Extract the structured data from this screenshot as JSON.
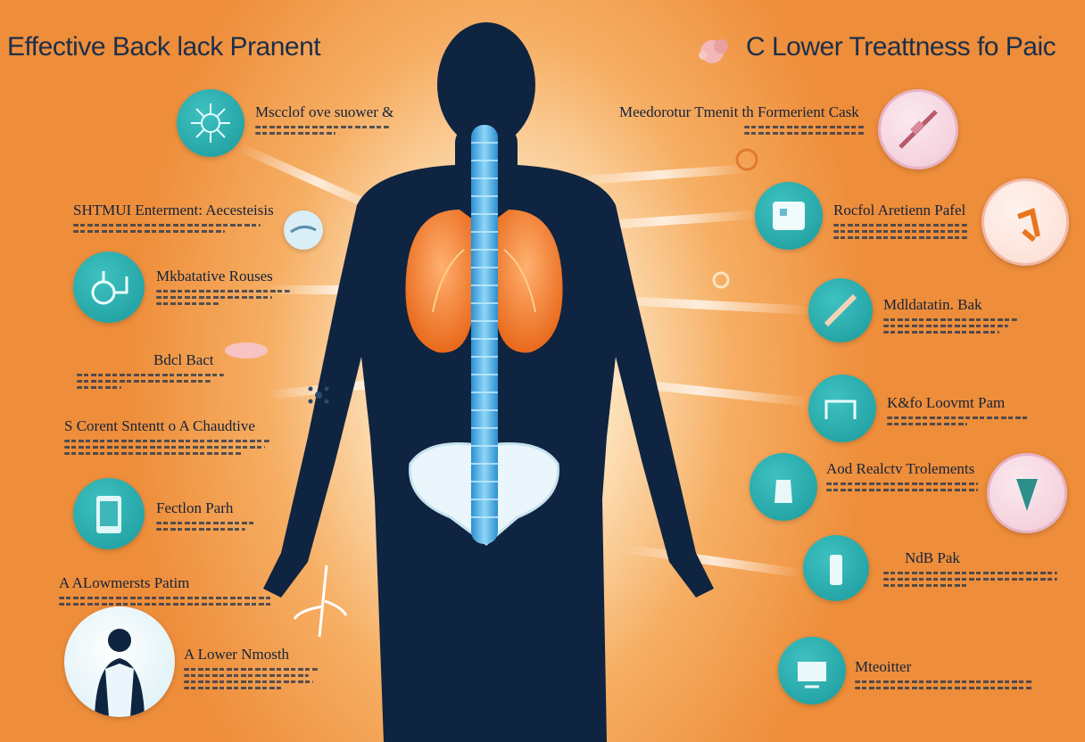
{
  "titles": {
    "left": "Effective Back lack Pranent",
    "right": "C Lower Treattness fo Paic"
  },
  "left_items": [
    {
      "heading": "Mscclof ove suower &"
    },
    {
      "heading": "SHTMUI Enterment: Aecesteisis"
    },
    {
      "heading": "Mkbatative Rouses"
    },
    {
      "heading": "Bdcl Bact"
    },
    {
      "heading": "S Corent Sntentt o A Chaudtive"
    },
    {
      "heading": "Fectlon Parh"
    },
    {
      "heading": "A ALowmersts Patim"
    },
    {
      "heading": "A Lower Nmosth"
    }
  ],
  "right_items": [
    {
      "heading": "Meedorotur Tmenit th Formerient Cask"
    },
    {
      "heading": "Rocfol Aretienn Pafel"
    },
    {
      "heading": "Mdldatatin. Bak"
    },
    {
      "heading": "K&fo Loovmt Pam"
    },
    {
      "heading": "Aod Realctv Trolements"
    },
    {
      "heading": "NdB Pak"
    },
    {
      "heading": "Mteoitter"
    }
  ],
  "icons": {
    "left": [
      "virus-icon",
      "spine-icon",
      "stethoscope-icon",
      "tablet-icon",
      "doctor-avatar-icon"
    ],
    "right": [
      "medicine-box-icon",
      "injection-icon",
      "pill-icon",
      "bed-icon",
      "spray-bottle-icon",
      "bottle-icon",
      "monitor-icon"
    ],
    "right_pink": [
      "syringe-icon",
      "person-exercise-icon",
      "arrow-icon"
    ]
  },
  "colors": {
    "background_outer": "#ee8d3a",
    "background_center": "#fff7ea",
    "teal": "#1b9a9c",
    "silhouette": "#0f2440",
    "spine": "#4fb6e8",
    "lungs": "#f48a3c",
    "pink": "#f2c9d6"
  }
}
